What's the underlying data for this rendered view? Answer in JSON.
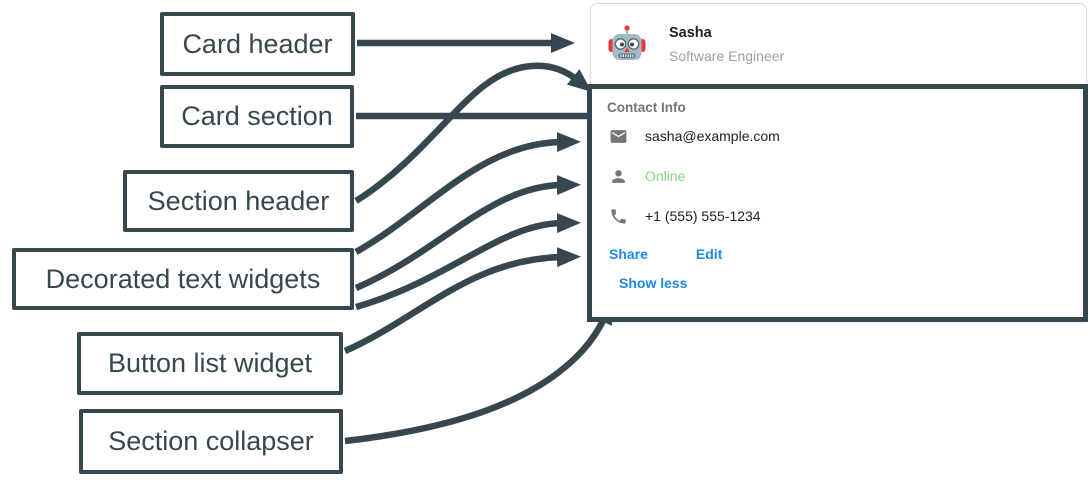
{
  "colors": {
    "annotation_slate": "#37474F",
    "link_blue": "#1E88E5",
    "online_green": "#81D981",
    "icon_gray": "#757575",
    "text_dark": "#212121",
    "subtitle_gray": "#9E9E9E",
    "card_border": "#DADCE0"
  },
  "annotations": {
    "card_header": "Card header",
    "card_section": "Card section",
    "section_header": "Section header",
    "decorated_text_widgets": "Decorated text widgets",
    "button_list_widget": "Button list widget",
    "section_collapser": "Section collapser"
  },
  "card": {
    "header": {
      "avatar_icon": "robot-avatar",
      "name": "Sasha",
      "title": "Software Engineer"
    },
    "section": {
      "header": "Contact Info",
      "rows": [
        {
          "icon": "mail-icon",
          "text": "sasha@example.com"
        },
        {
          "icon": "person-icon",
          "text": "Online"
        },
        {
          "icon": "phone-icon",
          "text": "+1 (555) 555-1234"
        }
      ],
      "buttons": [
        {
          "label": "Share"
        },
        {
          "label": "Edit"
        }
      ],
      "collapser_label": "Show less"
    }
  }
}
